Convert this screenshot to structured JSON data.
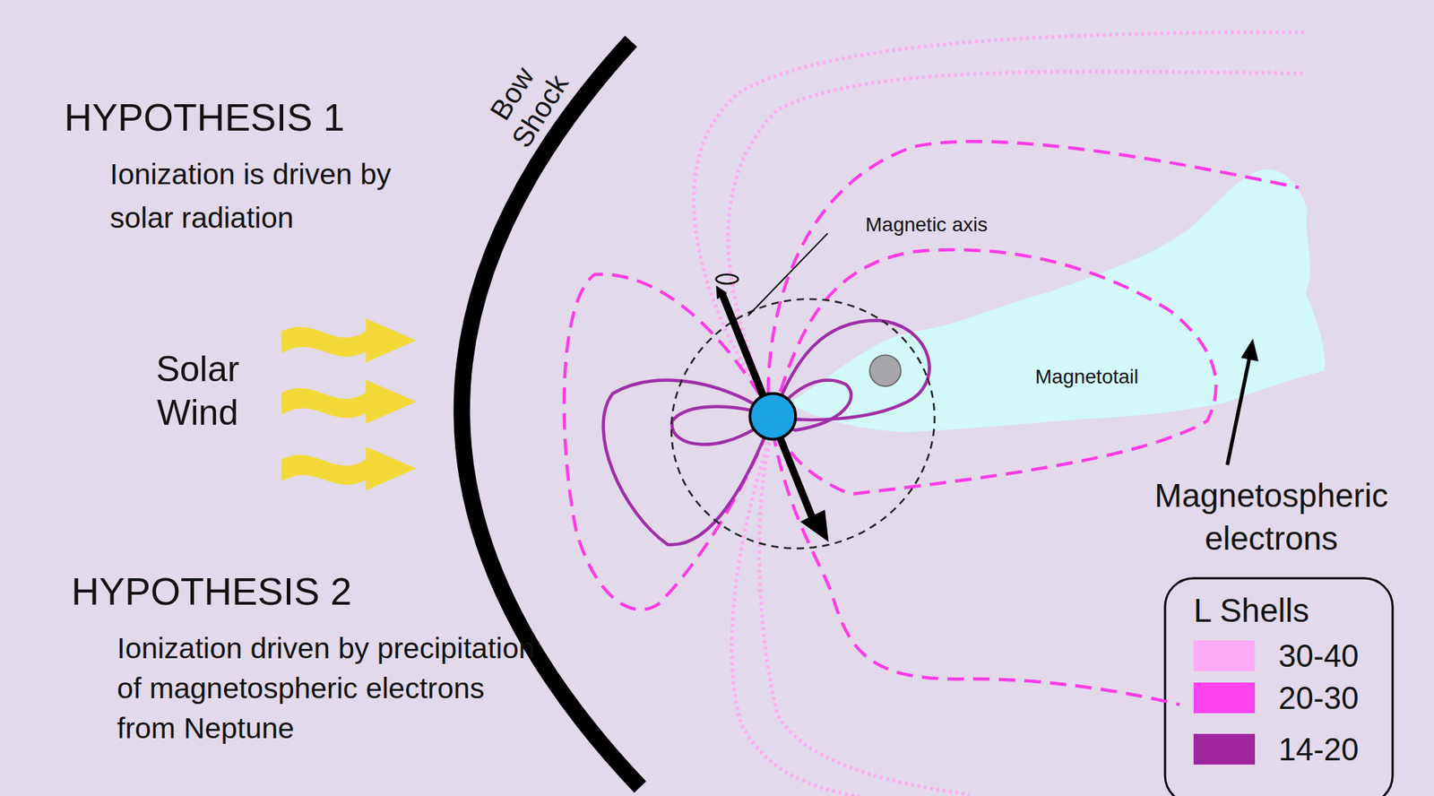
{
  "diagram": {
    "nodes": [
      {
        "text": [
          "Magnetotail"
        ]
      },
      {
        "text": [
          "L Shells"
        ]
      }
    ],
    "labels": [
      "HYPOTHESIS 1",
      "Ionization is driven by solar radiation",
      "Solar Wind",
      "Bow Shock",
      "Magnetic axis",
      "HYPOTHESIS 2",
      "Ionization driven by precipitation of magnetospheric electrons from Neptune",
      "Magnetospheric electrons"
    ],
    "legend": [
      {
        "text": "30-40",
        "color": "#ffaaf5"
      },
      {
        "text": "20-30",
        "color": "#ff44ee"
      },
      {
        "text": "14-20",
        "color": "#a0269f"
      }
    ]
  }
}
